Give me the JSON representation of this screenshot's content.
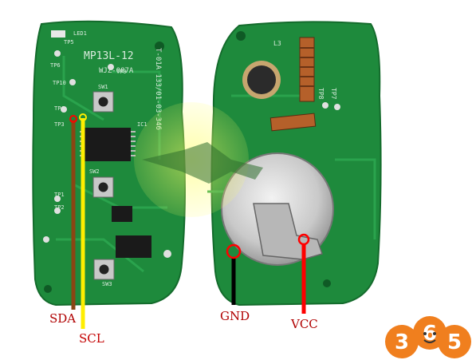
{
  "left_board": {
    "model": "MP13L-12",
    "subtitle": "WJZ-087A",
    "side_text": "T-01A 133/01-03-346",
    "testpoints": [
      "LED1",
      "TP5",
      "TP6",
      "TP9",
      "TP10",
      "SW1",
      "TP4",
      "TP3",
      "IC1",
      "SW2",
      "TP1",
      "TP2",
      "SW3"
    ]
  },
  "right_board": {
    "testpoints": [
      "L3",
      "TP8",
      "TP7"
    ]
  },
  "pin_labels": {
    "sda": "SDA",
    "scl": "SCL",
    "gnd": "GND",
    "vcc": "VCC"
  },
  "wire_colors": {
    "sda": "#8b4513",
    "scl": "#ffee00",
    "gnd": "#000000",
    "vcc": "#ff0000",
    "board_green": "#1e8a3c"
  },
  "logo": {
    "digits": [
      "3",
      "6",
      "5"
    ]
  }
}
